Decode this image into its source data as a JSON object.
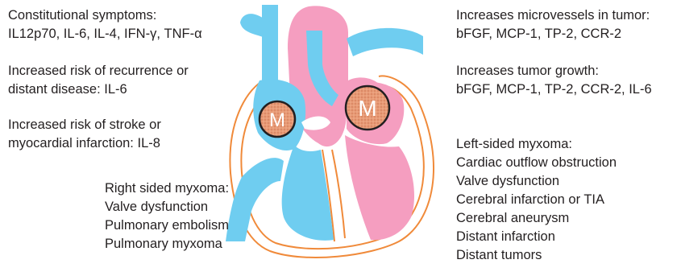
{
  "left_text": {
    "constitutional": {
      "heading": "Constitutional symptoms:",
      "detail": "IL12p70, IL-6, IL-4, IFN-γ, TNF-α"
    },
    "recurrence": {
      "line1": "Increased risk of recurrence or",
      "line2": "distant disease: IL-6"
    },
    "stroke": {
      "line1": "Increased risk of stroke or",
      "line2": "myocardial infarction: IL-8"
    }
  },
  "right_sided": {
    "heading": "Right sided myxoma:",
    "items": [
      "Valve dysfunction",
      "Pulmonary embolism",
      "Pulmonary myxoma"
    ]
  },
  "right_text": {
    "microvessels": {
      "heading": "Increases microvessels in tumor:",
      "detail": "bFGF, MCP-1, TP-2, CCR-2"
    },
    "growth": {
      "heading": "Increases tumor growth:",
      "detail": "bFGF, MCP-1, TP-2, CCR-2, IL-6"
    }
  },
  "left_sided": {
    "heading": "Left-sided myxoma:",
    "items": [
      "Cardiac outflow obstruction",
      "Valve dysfunction",
      "Cerebral infarction or TIA",
      "Cerebral aneurysm",
      "Distant infarction",
      "Distant tumors"
    ]
  },
  "heart": {
    "tumor_label_left": "M",
    "tumor_label_right": "M"
  },
  "colors": {
    "deoxygenated_blue": "#6fcdf0",
    "oxygenated_pink": "#f59ec0",
    "myocardium_outline": "#f08a3a",
    "tumor_fill": "#e89a76",
    "tumor_border": "#231f20"
  }
}
